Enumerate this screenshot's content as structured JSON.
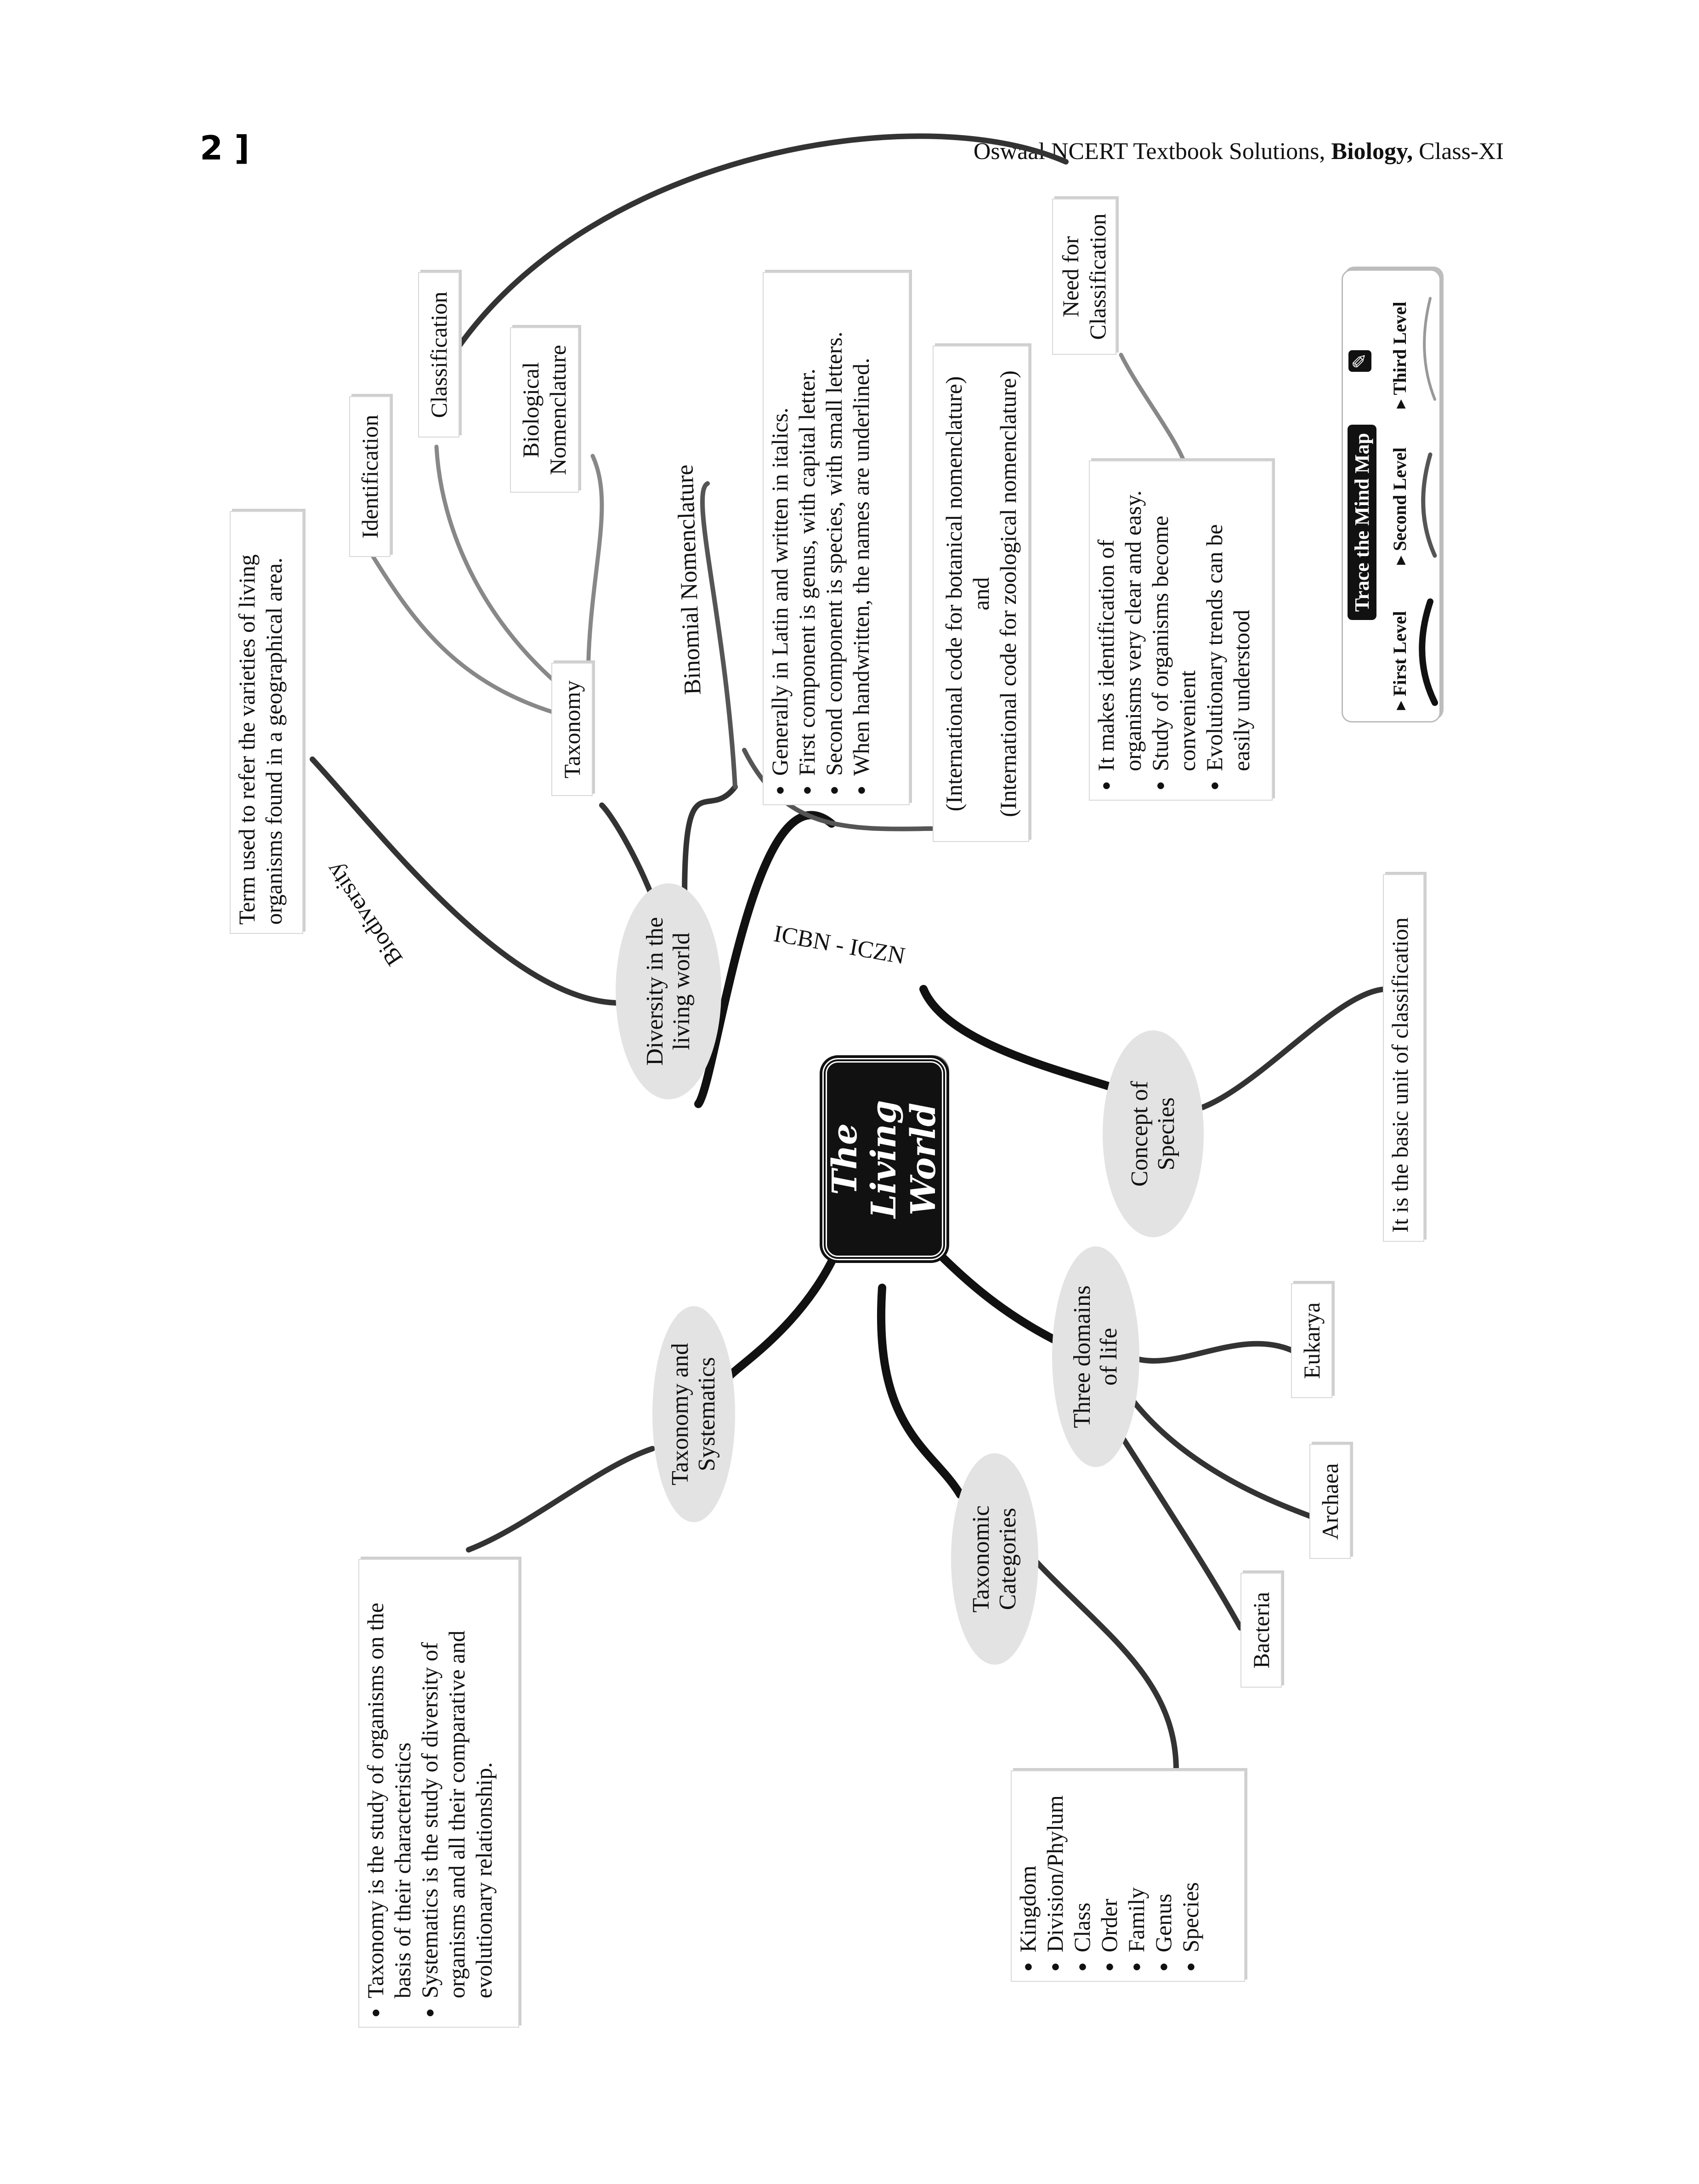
{
  "header": {
    "page_number": "2 ]",
    "publisher_prefix": "Oswaal NCERT Textbook Solutions, ",
    "subject": "Biology,",
    "class_label": " Class-XI"
  },
  "mind_map": {
    "central_topic_line1": "The Living",
    "central_topic_line2": "World",
    "diversity": {
      "bubble_line1": "Diversity in the",
      "bubble_line2": "living world",
      "biodiversity_label": "Biodiversity",
      "biodiversity_def_line1": "Term used to refer the varieties of living",
      "biodiversity_def_line2": "organisms found in a geographical area.",
      "taxonomy": "Taxonomy",
      "identification": "Identification",
      "classification": "Classification",
      "biological_nomenclature_line1": "Biological",
      "biological_nomenclature_line2": "Nomenclature",
      "binomial_label": "Binomial Nomenclature",
      "binomial_points": [
        "Generally in Latin and written in italics.",
        "First component is genus, with capital letter.",
        "Second component is species, with small letters.",
        "When handwritten, the names are underlined."
      ],
      "icbn_label": "ICBN - ICZN",
      "icbn_line1": "(International code for botanical nomenclature)",
      "icbn_line2": "and",
      "icbn_line3": "(International code for zoological nomenclature)",
      "need_line1": "Need for",
      "need_line2": "Classification",
      "need_points": [
        "It makes identification of organisms very clear and easy.",
        "Study of organisms become convenient",
        "Evolutionary trends can be easily understood"
      ]
    },
    "species": {
      "bubble_line1": "Concept of",
      "bubble_line2": "Species",
      "definition": "It is the basic unit of classification"
    },
    "domains": {
      "bubble_line1": "Three domains",
      "bubble_line2": "of life",
      "items": [
        "Eukarya",
        "Archaea",
        "Bacteria"
      ]
    },
    "categories": {
      "bubble_line1": "Taxonomic",
      "bubble_line2": "Categories",
      "items": [
        "Kingdom",
        "Division/Phylum",
        "Class",
        "Order",
        "Family",
        "Genus",
        "Species"
      ]
    },
    "systematics": {
      "bubble_line1": "Taxonomy and",
      "bubble_line2": "Systematics",
      "points": [
        "Taxonomy is the study of organisms on the basis of their characteristics",
        "Systematics is the study of diversity of organisms and all their comparative and evolutionary relationship."
      ]
    }
  },
  "legend": {
    "title": "Trace the  Mind Map",
    "first": "First Level",
    "second": "Second Level",
    "third": "Third Level"
  }
}
